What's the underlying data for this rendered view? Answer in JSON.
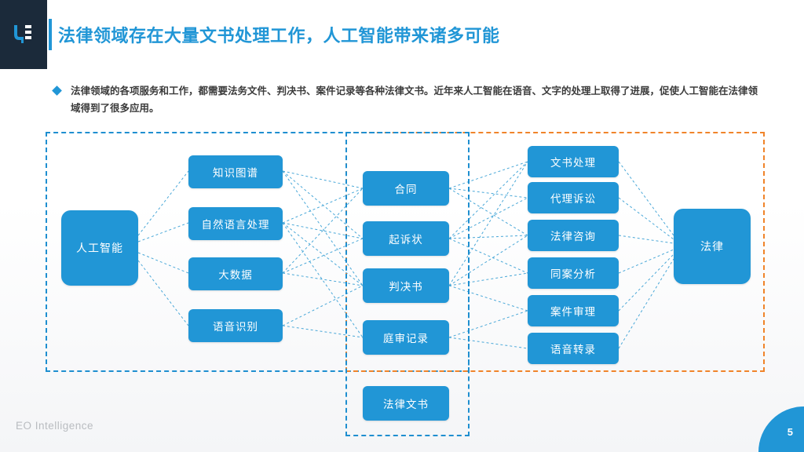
{
  "header": {
    "logo_alt": "亿欧",
    "title": "法律领域存在大量文书处理工作，人工智能带来诸多可能"
  },
  "bullet": {
    "text": "法律领域的各项服务和工作，都需要法务文件、判决书、案件记录等各种法律文书。近年来人工智能在语音、文字的处理上取得了进展，促使人工智能在法律领域得到了很多应用。"
  },
  "diagram": {
    "type": "flow",
    "colors": {
      "node": "#2196d6",
      "dashed_blue": "#1f8fd0",
      "dashed_orange": "#f0842a",
      "link": "#4aa8d8"
    },
    "source": {
      "label": "人工智能"
    },
    "target": {
      "label": "法律"
    },
    "tech_nodes": [
      {
        "label": "知识图谱"
      },
      {
        "label": "自然语言处理"
      },
      {
        "label": "大数据"
      },
      {
        "label": "语音识别"
      }
    ],
    "doc_nodes": [
      {
        "label": "合同"
      },
      {
        "label": "起诉状"
      },
      {
        "label": "判决书"
      },
      {
        "label": "庭审记录"
      },
      {
        "label": "法律文书"
      }
    ],
    "service_nodes": [
      {
        "label": "文书处理"
      },
      {
        "label": "代理诉讼"
      },
      {
        "label": "法律咨询"
      },
      {
        "label": "同案分析"
      },
      {
        "label": "案件审理"
      },
      {
        "label": "语音转录"
      }
    ]
  },
  "footer": {
    "brand": "EO Intelligence",
    "page_number": "5"
  }
}
